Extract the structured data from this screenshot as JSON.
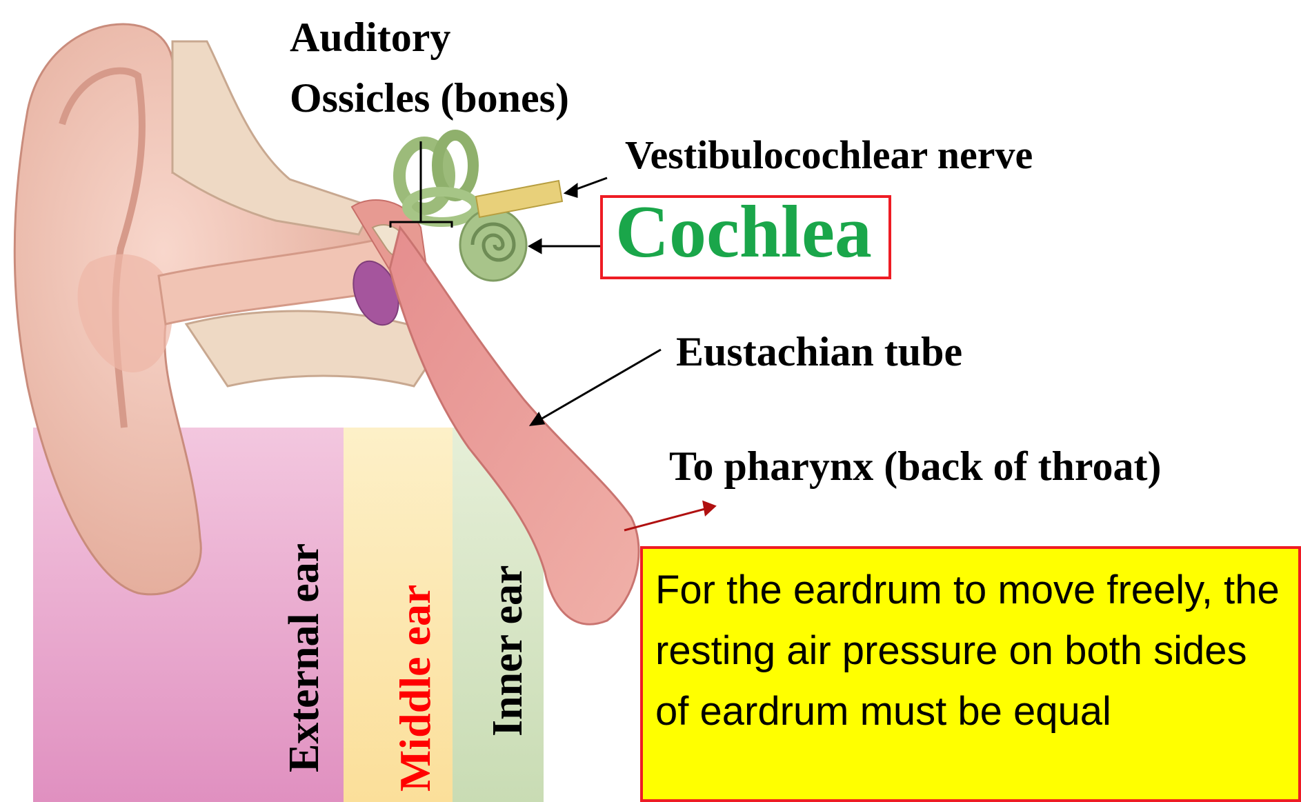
{
  "labels": {
    "ossicles": [
      "Auditory",
      "Ossicles (bones)"
    ],
    "nerve": "Vestibulocochlear nerve",
    "cochlea": "Cochlea",
    "eustachian": "Eustachian tube",
    "pharynx": "To pharynx (back of throat)",
    "external": "External  ear",
    "middle": "Middle ear",
    "inner": "Inner ear"
  },
  "note": "For the eardrum to move freely, the resting air pressure on both sides of eardrum must be equal",
  "colors": {
    "cochlea": "#1aa64a",
    "highlight_border": "#ee1c24",
    "note_bg": "#ffff00",
    "middle_ear_label": "#ff0000",
    "external_band": "#e8a3c9",
    "middle_band": "#fce8b0",
    "inner_band": "#d6e6c6"
  }
}
